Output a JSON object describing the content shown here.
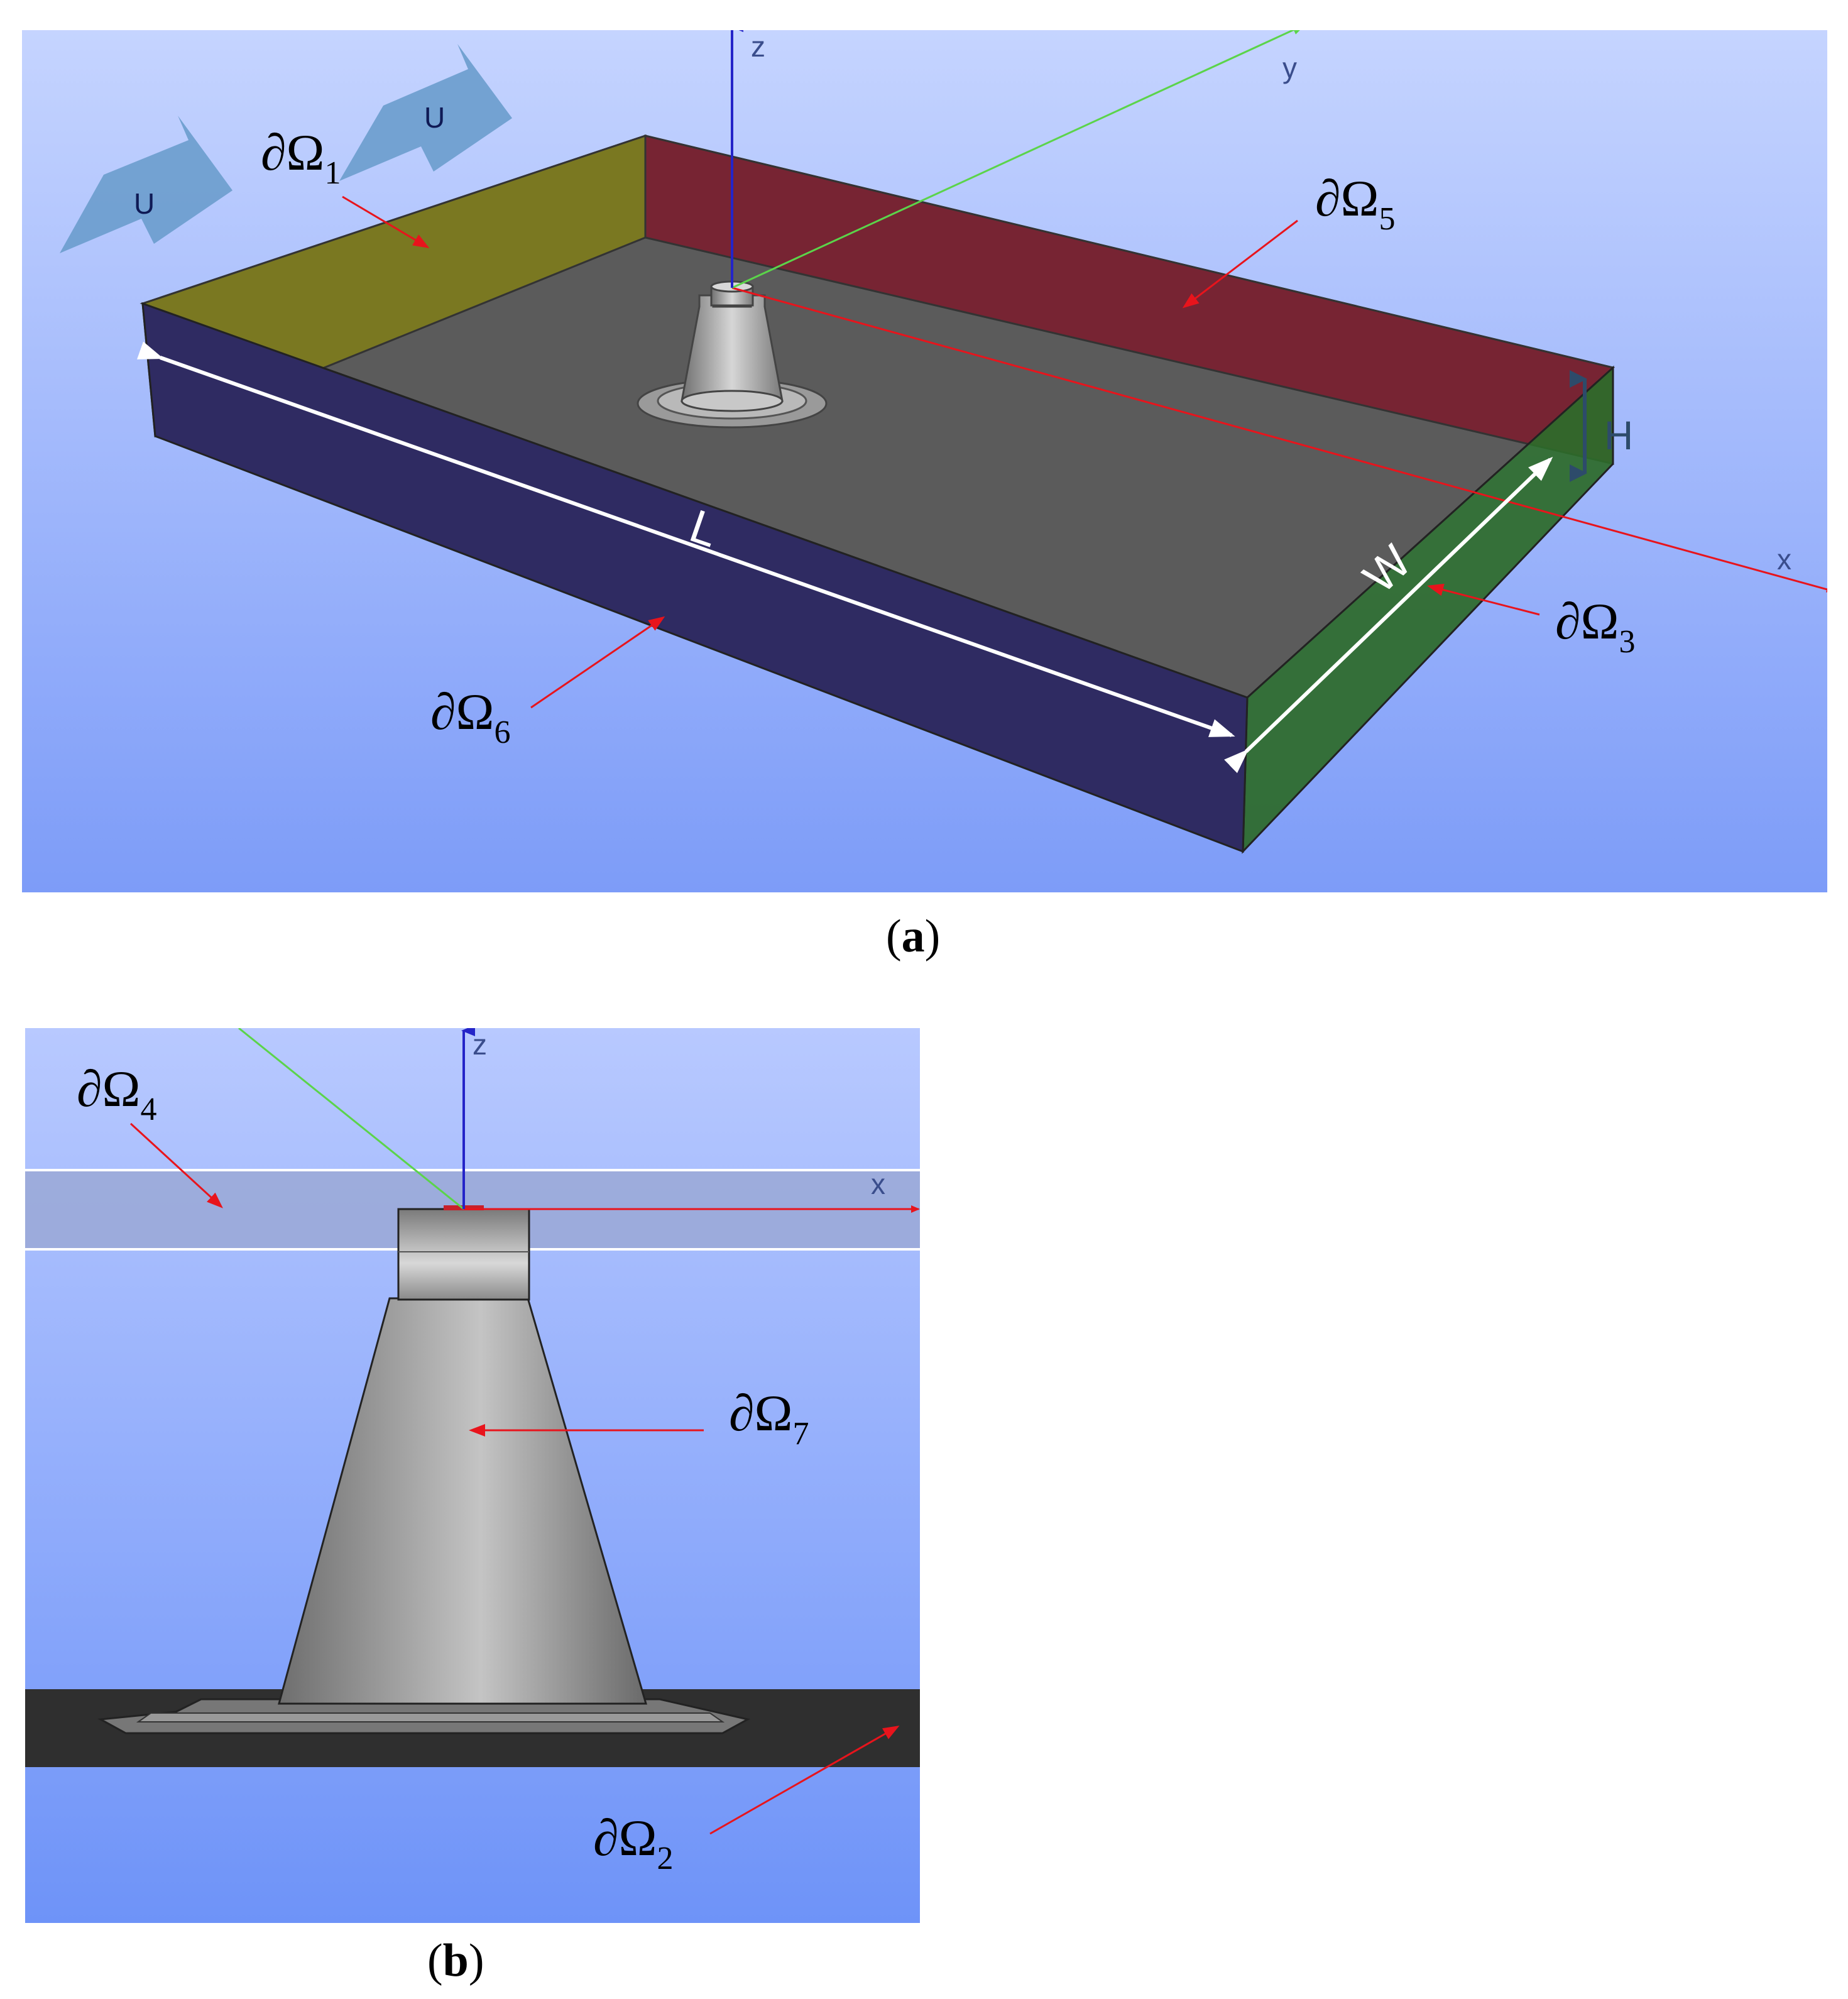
{
  "panel_a": {
    "caption_letter": "a",
    "flow_label": "U",
    "axes": {
      "x": "x",
      "y": "y",
      "z": "z"
    },
    "dims": {
      "L": "L",
      "W": "W",
      "H": "H"
    },
    "boundaries": {
      "b1": {
        "sym": "∂Ω",
        "sub": "1"
      },
      "b3": {
        "sym": "∂Ω",
        "sub": "3"
      },
      "b5": {
        "sym": "∂Ω",
        "sub": "5"
      },
      "b6": {
        "sym": "∂Ω",
        "sub": "6"
      }
    },
    "colors": {
      "inlet": "#7d7b1c",
      "back": "#7a2030",
      "outlet": "#2d6a2a",
      "front": "#2f2b62",
      "floor": "#5b5b5b",
      "flow_arrow": "#6f9fd0"
    }
  },
  "panel_b": {
    "caption_letter": "b",
    "axes": {
      "x": "x",
      "z": "z"
    },
    "boundaries": {
      "b2": {
        "sym": "∂Ω",
        "sub": "2"
      },
      "b4": {
        "sym": "∂Ω",
        "sub": "4"
      },
      "b7": {
        "sym": "∂Ω",
        "sub": "7"
      }
    }
  }
}
